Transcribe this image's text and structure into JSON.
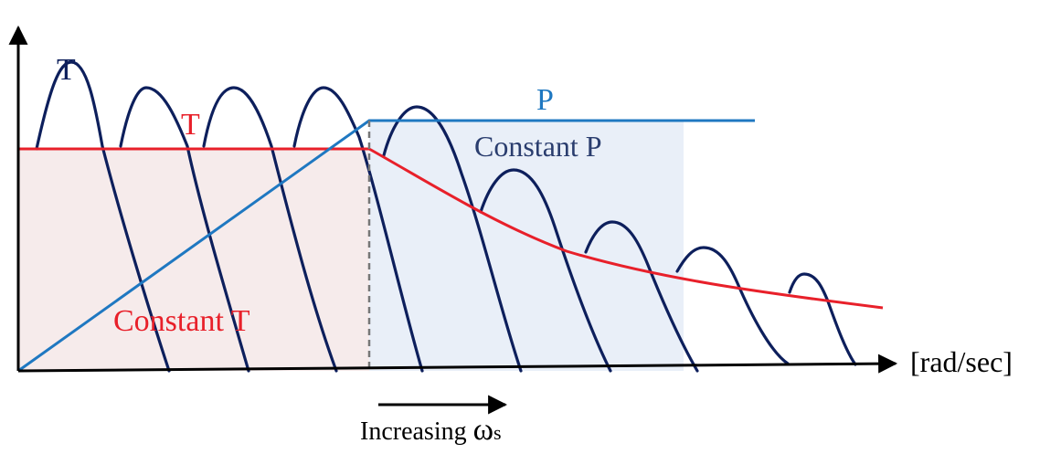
{
  "labels": {
    "torque_envelope": "T",
    "torque_limit": "T",
    "power": "P",
    "constant_power_region": "Constant P",
    "constant_torque_region": "Constant T",
    "x_unit": "[rad/sec]",
    "increasing_prefix": "Increasing ",
    "omega_symbol": "ω",
    "omega_subscript": "s"
  },
  "colors": {
    "dark_navy": "#0d1f5c",
    "torque_red": "#e8202a",
    "power_blue": "#1f78c1",
    "constant_t_fill": "#f6ebeb",
    "constant_p_fill": "#e9eff8",
    "axis": "#000000",
    "divider_dashed": "#777777",
    "region_label_navy": "#2a3d6e"
  },
  "icons": {
    "x_axis_arrow": "arrow-right",
    "y_axis_arrow": "arrow-up",
    "increase_arrow": "arrow-right"
  }
}
